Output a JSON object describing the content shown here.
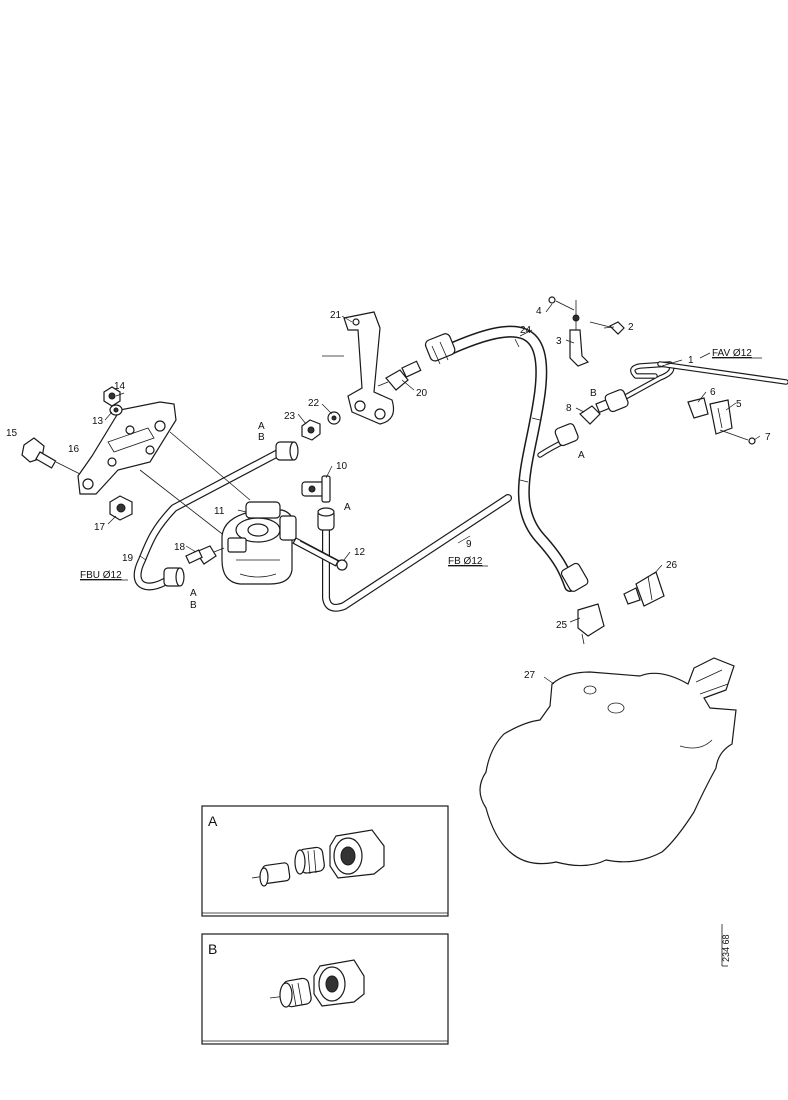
{
  "callouts": {
    "c1": "1",
    "c2": "2",
    "c3": "3",
    "c4": "4",
    "c5": "5",
    "c6": "6",
    "c7": "7",
    "c8": "8",
    "c9": "9",
    "c10": "10",
    "c11": "11",
    "c12": "12",
    "c13": "13",
    "c14": "14",
    "c15": "15",
    "c16": "16",
    "c17": "17",
    "c18": "18",
    "c19": "19",
    "c20": "20",
    "c21": "21",
    "c22": "22",
    "c23": "23",
    "c24": "24",
    "c25": "25",
    "c26": "26",
    "c27": "27"
  },
  "letters": {
    "a": "A",
    "b": "B"
  },
  "specs": {
    "fav": "FAV Ø12",
    "fbu": "FBU Ø12",
    "fb": "FB Ø12"
  },
  "insets": {
    "a": "A",
    "b": "B"
  },
  "doc_number": "234 68"
}
